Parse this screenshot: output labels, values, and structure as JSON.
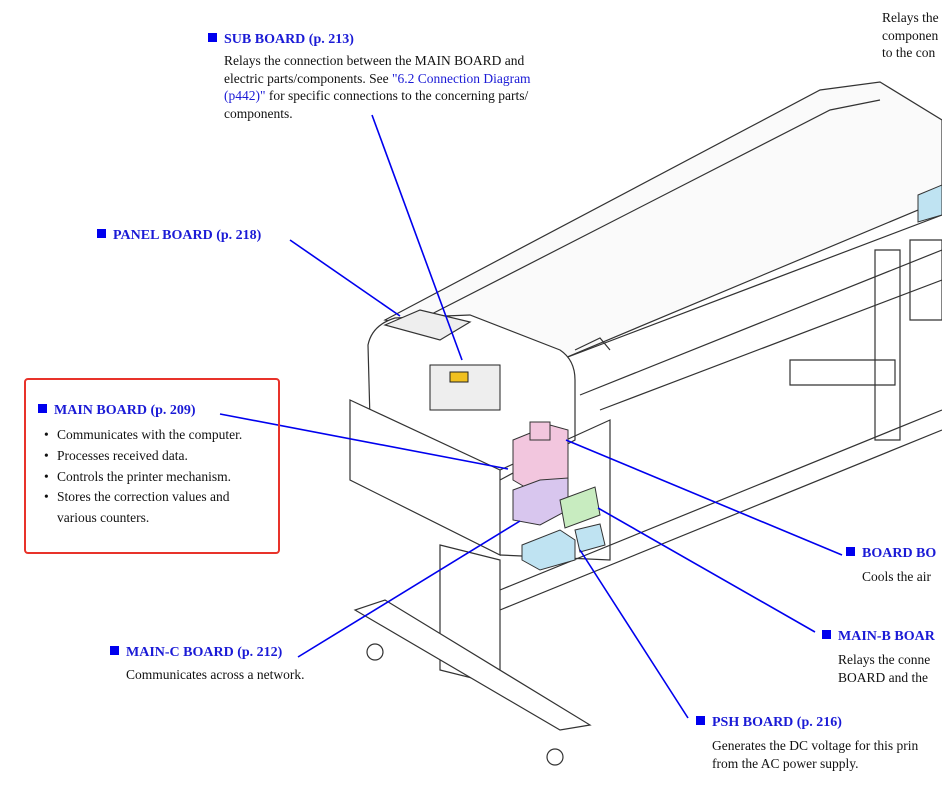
{
  "callouts": {
    "top_right": {
      "lines": [
        "Relays the",
        "componen",
        "to the con"
      ]
    },
    "sub_board": {
      "title": "SUB BOARD (p. 213)",
      "desc_1": "Relays the connection between the MAIN BOARD and",
      "desc_2": "electric parts/components. See ",
      "link_a": "\"6.2 Connection Diagram",
      "link_b": "(p442)\"",
      "desc_3": " for specific connections to the concerning parts/",
      "desc_4": "components."
    },
    "panel_board": {
      "title": "PANEL BOARD (p. 218)"
    },
    "main_board": {
      "title": "MAIN BOARD (p. 209)",
      "bullets": [
        "Communicates with the computer.",
        "Processes received data.",
        "Controls the printer mechanism.",
        "Stores the correction values and",
        "various counters."
      ]
    },
    "main_c_board": {
      "title": "MAIN-C BOARD (p. 212)",
      "desc": "Communicates across a network."
    },
    "psh_board": {
      "title": "PSH BOARD (p. 216)",
      "desc_1": "Generates the DC voltage for this prin",
      "desc_2": "from the AC power supply."
    },
    "main_b_board": {
      "title": "MAIN-B BOAR",
      "desc_1": "Relays the conne",
      "desc_2": "BOARD and the"
    },
    "board_bo": {
      "title": "BOARD BO",
      "desc": "Cools the air"
    }
  },
  "colors": {
    "accent": "#1a1ad6",
    "highlight": "#e8332a"
  }
}
